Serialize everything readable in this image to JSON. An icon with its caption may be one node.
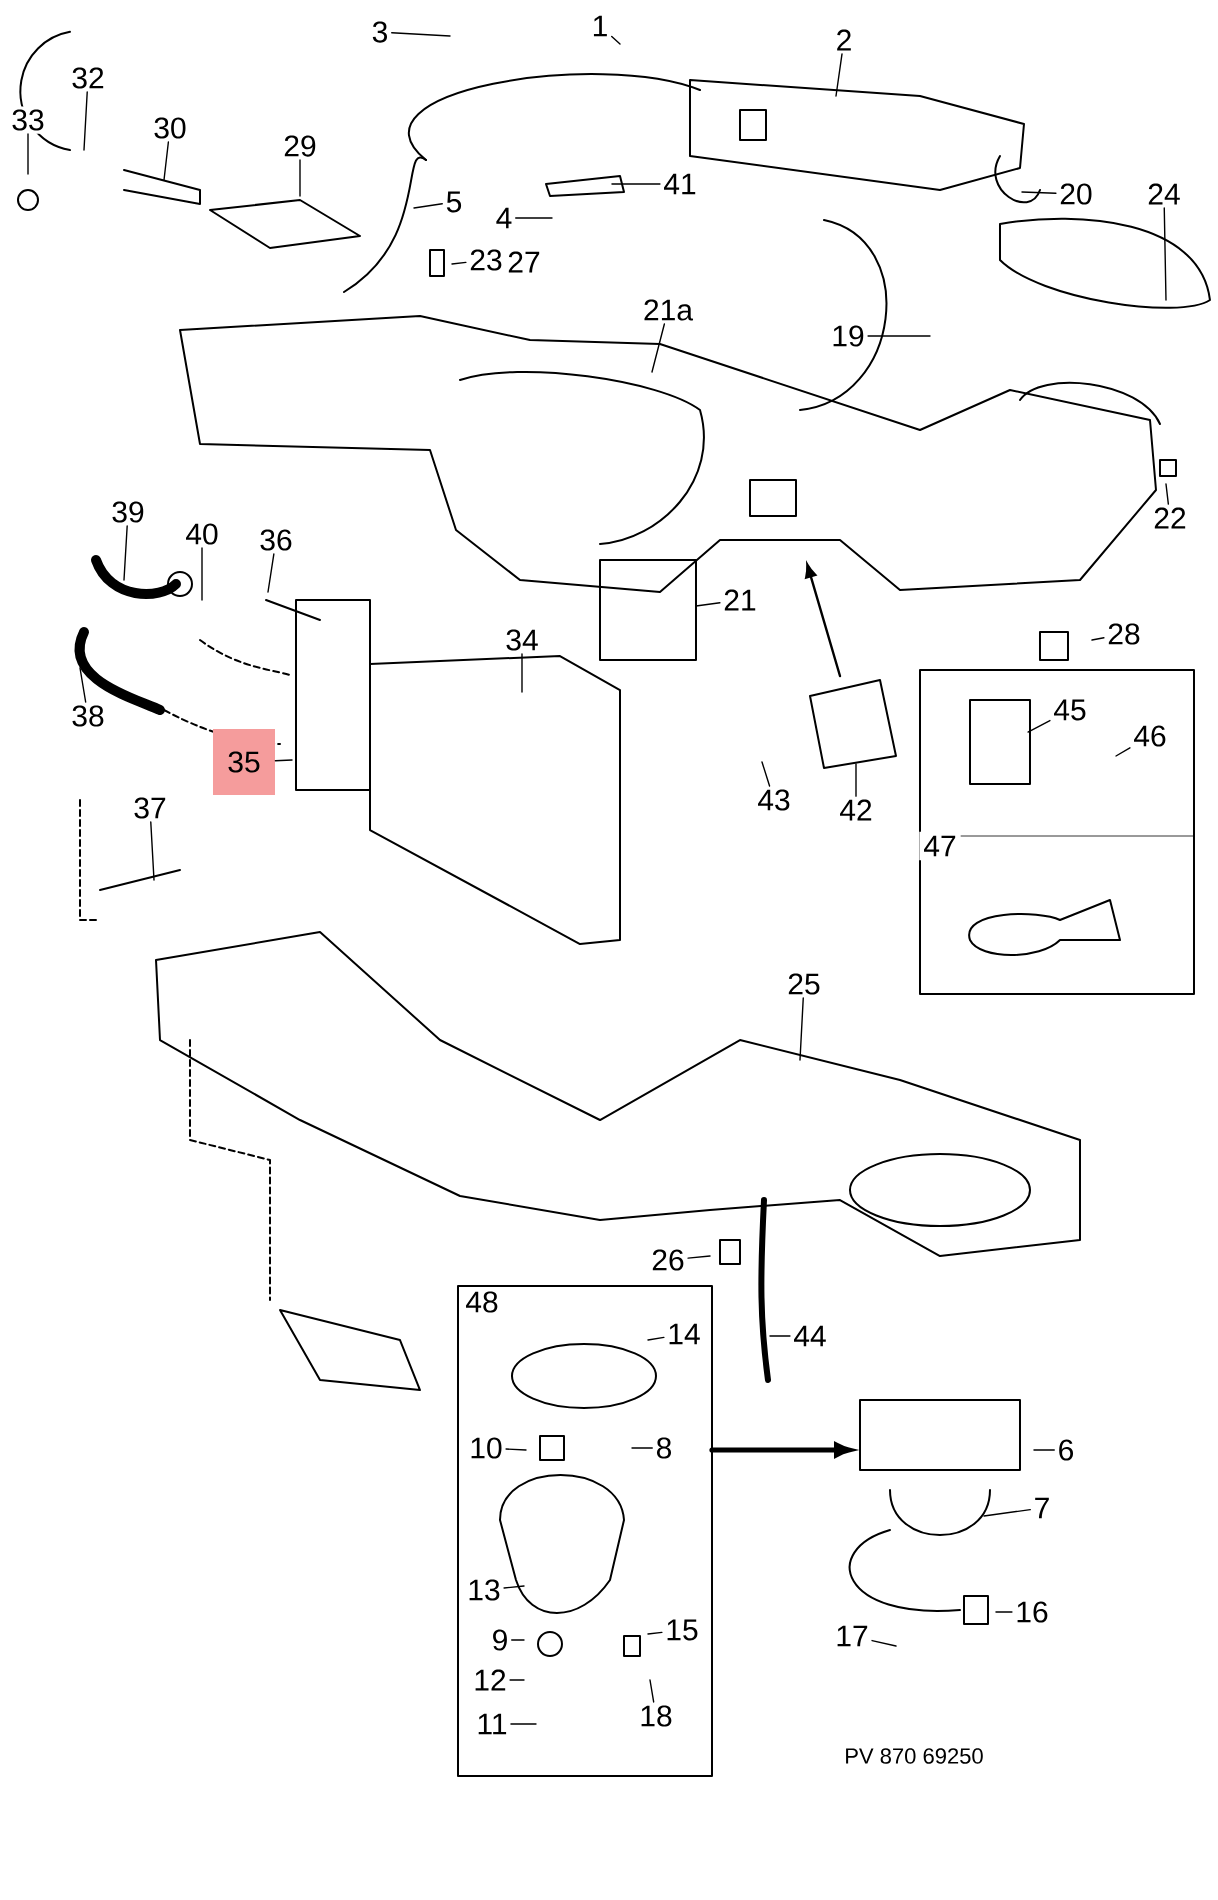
{
  "diagram": {
    "nodes": [
      {
        "text": [
          "3"
        ]
      },
      {
        "text": [
          "1"
        ]
      },
      {
        "text": [
          "2"
        ]
      },
      {
        "text": [
          "32"
        ]
      },
      {
        "text": [
          "33"
        ]
      },
      {
        "text": [
          "30"
        ]
      },
      {
        "text": [
          "29"
        ]
      },
      {
        "text": [
          "5"
        ]
      },
      {
        "text": [
          "41"
        ]
      },
      {
        "text": [
          "4"
        ]
      },
      {
        "text": [
          "23"
        ]
      },
      {
        "text": [
          "27"
        ]
      },
      {
        "text": [
          "20"
        ]
      },
      {
        "text": [
          "24"
        ]
      },
      {
        "text": [
          "21a"
        ]
      },
      {
        "text": [
          "19"
        ]
      },
      {
        "text": [
          "22"
        ]
      },
      {
        "text": [
          "39"
        ]
      },
      {
        "text": [
          "40"
        ]
      },
      {
        "text": [
          "36"
        ]
      },
      {
        "text": [
          "21"
        ]
      },
      {
        "text": [
          "28"
        ]
      },
      {
        "text": [
          "34"
        ]
      },
      {
        "text": [
          "47"
        ]
      },
      {
        "text": [
          "45"
        ],
        "in": 23
      },
      {
        "text": [
          "46"
        ],
        "in": 23
      },
      {
        "text": [
          "38"
        ]
      },
      {
        "text": [
          "35"
        ]
      },
      {
        "text": [
          "43"
        ]
      },
      {
        "text": [
          "42"
        ]
      },
      {
        "text": [
          "37"
        ]
      },
      {
        "text": [
          "25"
        ]
      },
      {
        "text": [
          "26"
        ]
      },
      {
        "text": [
          "48"
        ]
      },
      {
        "text": [
          "14"
        ],
        "in": 33
      },
      {
        "text": [
          "44"
        ]
      },
      {
        "text": [
          "10"
        ],
        "in": 33
      },
      {
        "text": [
          "8"
        ],
        "in": 33
      },
      {
        "text": [
          "6"
        ]
      },
      {
        "text": [
          "7"
        ]
      },
      {
        "text": [
          "13"
        ],
        "in": 33
      },
      {
        "text": [
          "15"
        ],
        "in": 33
      },
      {
        "text": [
          "9"
        ],
        "in": 33
      },
      {
        "text": [
          "12"
        ],
        "in": 33
      },
      {
        "text": [
          "11"
        ],
        "in": 33
      },
      {
        "text": [
          "18"
        ],
        "in": 33
      },
      {
        "text": [
          "16"
        ]
      },
      {
        "text": [
          "17"
        ]
      }
    ],
    "edges": [
      {
        "from": 0,
        "to": null,
        "arrow": "none"
      },
      {
        "from": 1,
        "to": null,
        "arrow": "none"
      },
      {
        "from": 2,
        "to": null,
        "arrow": "none"
      },
      {
        "from": 3,
        "to": null,
        "arrow": "none"
      },
      {
        "from": 4,
        "to": null,
        "arrow": "none"
      },
      {
        "from": 5,
        "to": null,
        "arrow": "none"
      },
      {
        "from": 6,
        "to": null,
        "arrow": "none"
      },
      {
        "from": 7,
        "to": null,
        "arrow": "none"
      },
      {
        "from": 8,
        "to": null,
        "arrow": "none"
      },
      {
        "from": 9,
        "to": null,
        "arrow": "none"
      },
      {
        "from": 10,
        "to": null,
        "arrow": "none"
      },
      {
        "from": 12,
        "to": null,
        "arrow": "none"
      },
      {
        "from": 13,
        "to": null,
        "arrow": "none"
      },
      {
        "from": 14,
        "to": null,
        "arrow": "none"
      },
      {
        "from": 15,
        "to": null,
        "arrow": "none"
      },
      {
        "from": 16,
        "to": null,
        "arrow": "none"
      },
      {
        "from": 17,
        "to": null,
        "arrow": "none"
      },
      {
        "from": 18,
        "to": null,
        "arrow": "none"
      },
      {
        "from": 19,
        "to": null,
        "arrow": "none"
      },
      {
        "from": 20,
        "to": null,
        "arrow": "none"
      },
      {
        "from": 21,
        "to": null,
        "arrow": "none"
      },
      {
        "from": 22,
        "to": null,
        "arrow": "none"
      },
      {
        "from": 24,
        "to": null,
        "arrow": "none"
      },
      {
        "from": 25,
        "to": null,
        "arrow": "none"
      },
      {
        "from": 26,
        "to": null,
        "arrow": "none"
      },
      {
        "from": 27,
        "to": null,
        "arrow": "none"
      },
      {
        "from": 28,
        "to": null,
        "arrow": "none"
      },
      {
        "from": 29,
        "to": null,
        "arrow": "none"
      },
      {
        "from": 30,
        "to": null,
        "arrow": "none"
      },
      {
        "from": 31,
        "to": null,
        "arrow": "none"
      },
      {
        "from": 32,
        "to": null,
        "arrow": "none"
      },
      {
        "from": 34,
        "to": null,
        "arrow": "none"
      },
      {
        "from": 35,
        "to": null,
        "arrow": "none"
      },
      {
        "from": 36,
        "to": null,
        "arrow": "none"
      },
      {
        "from": 37,
        "to": null,
        "arrow": "none"
      },
      {
        "from": 38,
        "to": null,
        "arrow": "none"
      },
      {
        "from": 39,
        "to": null,
        "arrow": "none"
      },
      {
        "from": 40,
        "to": null,
        "arrow": "none"
      },
      {
        "from": 41,
        "to": null,
        "arrow": "none"
      },
      {
        "from": 42,
        "to": null,
        "arrow": "none"
      },
      {
        "from": 43,
        "to": null,
        "arrow": "none"
      },
      {
        "from": 44,
        "to": null,
        "arrow": "none"
      },
      {
        "from": 45,
        "to": null,
        "arrow": "none"
      },
      {
        "from": 46,
        "to": null,
        "arrow": "none"
      },
      {
        "from": 47,
        "to": null,
        "arrow": "none"
      },
      {
        "from": 33,
        "to": null,
        "arrow": "to",
        "style": "thick"
      }
    ],
    "labels": [
      "PV 870 69250"
    ]
  }
}
